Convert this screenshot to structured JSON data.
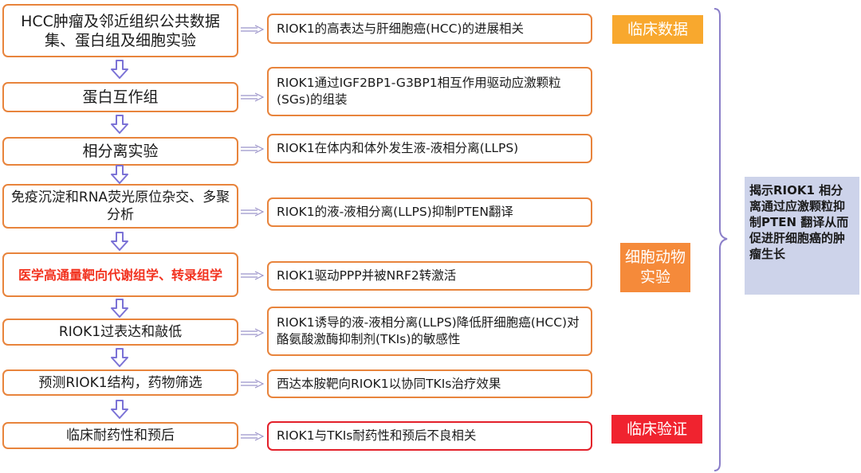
{
  "colors": {
    "box_border": "#e8843c",
    "highlight_border": "#e3202a",
    "highlight_text": "#f2321f",
    "arrow_stroke": "#7b72d6",
    "brace": "#8b7fc9",
    "tag_clinical": "#f8a82e",
    "tag_cell": "#f58a3a",
    "tag_validation": "#f0232f",
    "conclusion_bg": "#cdd3ea"
  },
  "steps": [
    {
      "method": "HCC肿瘤及邻近组织公共数据集、蛋白组及细胞实验",
      "finding": "RIOK1的高表达与肝细胞癌(HCC)的进展相关"
    },
    {
      "method": "蛋白互作组",
      "finding": "RIOK1通过IGF2BP1-G3BP1相互作用驱动应激颗粒(SGs)的组装"
    },
    {
      "method": "相分离实验",
      "finding": "RIOK1在体内和体外发生液-液相分离(LLPS)"
    },
    {
      "method": "免疫沉淀和RNA荧光原位杂交、多聚分析",
      "finding": "RIOK1的液-液相分离(LLPS)抑制PTEN翻译"
    },
    {
      "method": "医学高通量靶向代谢组学、转录组学",
      "finding": "RIOK1驱动PPP并被NRF2转激活"
    },
    {
      "method": "RIOK1过表达和敲低",
      "finding": "RIOK1诱导的液-液相分离(LLPS)降低肝细胞癌(HCC)对酪氨酸激酶抑制剂(TKIs)的敏感性"
    },
    {
      "method": "预测RIOK1结构，药物筛选",
      "finding": "西达本胺靶向RIOK1以协同TKIs治疗效果"
    },
    {
      "method": "临床耐药性和预后",
      "finding": "RIOK1与TKIs耐药性和预后不良相关"
    }
  ],
  "tags": {
    "clinical_data": "临床数据",
    "cell_animal": "细胞动物实验",
    "clinical_validation": "临床验证"
  },
  "conclusion": "揭示RIOK1 相分离通过应激颗粒抑制PTEN 翻译从而促进肝细胞癌的肿瘤生长"
}
